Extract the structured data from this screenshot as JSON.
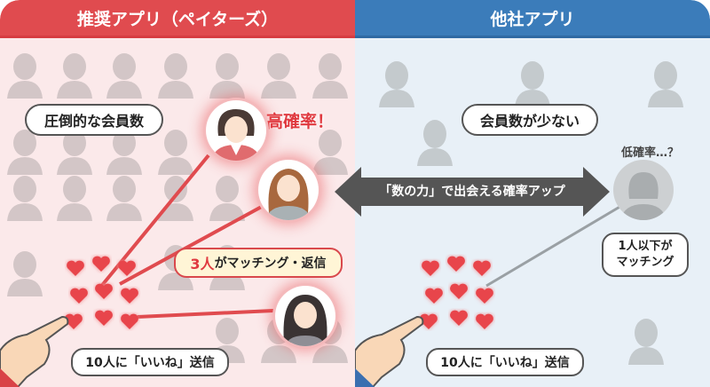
{
  "left_panel": {
    "title": "推奨アプリ（ペイターズ）",
    "member_label": "圧倒的な会員数",
    "high_prob_label": "高確率！",
    "match_callout_number": "3人",
    "match_callout_rest": "がマッチング・返信",
    "like_callout": "10人に「いいね」送信",
    "accent_color": "#e04b4f",
    "background_color": "#fbe9ea"
  },
  "right_panel": {
    "title": "他社アプリ",
    "member_label": "会員数が少ない",
    "low_prob_label": "低確率…？",
    "match_callout_line1": "1人以下が",
    "match_callout_line2": "マッチング",
    "like_callout": "10人に「いいね」送信",
    "accent_color": "#3b7cba",
    "background_color": "#e8f0f7"
  },
  "center_arrow": {
    "label": "「数の力」で出会える確率アップ",
    "color": "#555555"
  },
  "icons": {
    "hearts_per_side": 9,
    "heart_color": "#e8454b"
  }
}
